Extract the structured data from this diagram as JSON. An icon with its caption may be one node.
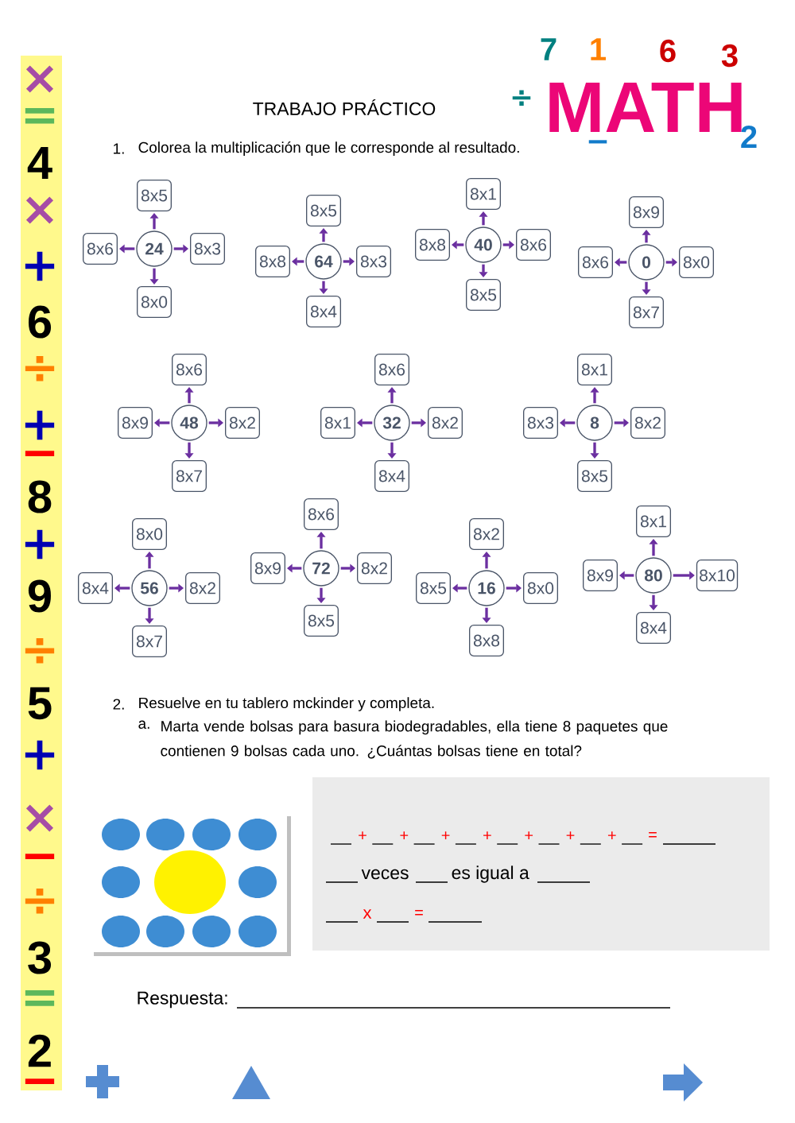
{
  "diagram": {
    "title": "TRABAJO PRÁCTICO",
    "nodes": [
      {
        "text": [
          "24"
        ]
      },
      {
        "text": [
          "8x5"
        ]
      },
      {
        "text": [
          "8x6"
        ]
      },
      {
        "text": [
          "8x3"
        ]
      },
      {
        "text": [
          "8x0"
        ]
      },
      {
        "text": [
          "64"
        ]
      },
      {
        "text": [
          "8x5"
        ]
      },
      {
        "text": [
          "8x8"
        ]
      },
      {
        "text": [
          "8x3"
        ]
      },
      {
        "text": [
          "8x4"
        ]
      },
      {
        "text": [
          "40"
        ]
      },
      {
        "text": [
          "8x1"
        ]
      },
      {
        "text": [
          "8x8"
        ]
      },
      {
        "text": [
          "8x6"
        ]
      },
      {
        "text": [
          "8x5"
        ]
      },
      {
        "text": [
          "0"
        ]
      },
      {
        "text": [
          "8x9"
        ]
      },
      {
        "text": [
          "8x6"
        ]
      },
      {
        "text": [
          "8x0"
        ]
      },
      {
        "text": [
          "8x7"
        ]
      },
      {
        "text": [
          "48"
        ]
      },
      {
        "text": [
          "8x6"
        ]
      },
      {
        "text": [
          "8x9"
        ]
      },
      {
        "text": [
          "8x2"
        ]
      },
      {
        "text": [
          "8x7"
        ]
      },
      {
        "text": [
          "32"
        ]
      },
      {
        "text": [
          "8x6"
        ]
      },
      {
        "text": [
          "8x1"
        ]
      },
      {
        "text": [
          "8x2"
        ]
      },
      {
        "text": [
          "8x4"
        ]
      },
      {
        "text": [
          "8"
        ]
      },
      {
        "text": [
          "8x1"
        ]
      },
      {
        "text": [
          "8x3"
        ]
      },
      {
        "text": [
          "8x2"
        ]
      },
      {
        "text": [
          "8x5"
        ]
      },
      {
        "text": [
          "56"
        ]
      },
      {
        "text": [
          "8x0"
        ]
      },
      {
        "text": [
          "8x4"
        ]
      },
      {
        "text": [
          "8x2"
        ]
      },
      {
        "text": [
          "8x7"
        ]
      },
      {
        "text": [
          "72"
        ]
      },
      {
        "text": [
          "8x6"
        ]
      },
      {
        "text": [
          "8x9"
        ]
      },
      {
        "text": [
          "8x2"
        ]
      },
      {
        "text": [
          "8x5"
        ]
      },
      {
        "text": [
          "16"
        ]
      },
      {
        "text": [
          "8x2"
        ]
      },
      {
        "text": [
          "8x5"
        ]
      },
      {
        "text": [
          "8x0"
        ]
      },
      {
        "text": [
          "8x8"
        ]
      },
      {
        "text": [
          "80"
        ]
      },
      {
        "text": [
          "8x1"
        ]
      },
      {
        "text": [
          "8x9"
        ]
      },
      {
        "text": [
          "8x10"
        ]
      },
      {
        "text": [
          "8x4"
        ]
      }
    ],
    "edges": [
      {
        "from": 0,
        "to": 1,
        "arrow": "to"
      },
      {
        "from": 0,
        "to": 2,
        "arrow": "to"
      },
      {
        "from": 0,
        "to": 3,
        "arrow": "to"
      },
      {
        "from": 0,
        "to": 4,
        "arrow": "to"
      },
      {
        "from": 5,
        "to": 6,
        "arrow": "to"
      },
      {
        "from": 5,
        "to": 7,
        "arrow": "to"
      },
      {
        "from": 5,
        "to": 8,
        "arrow": "to"
      },
      {
        "from": 5,
        "to": 9,
        "arrow": "to"
      },
      {
        "from": 10,
        "to": 11,
        "arrow": "to"
      },
      {
        "from": 10,
        "to": 12,
        "arrow": "to"
      },
      {
        "from": 10,
        "to": 13,
        "arrow": "to"
      },
      {
        "from": 10,
        "to": 14,
        "arrow": "to"
      },
      {
        "from": 15,
        "to": 16,
        "arrow": "to"
      },
      {
        "from": 15,
        "to": 17,
        "arrow": "to"
      },
      {
        "from": 15,
        "to": 18,
        "arrow": "to"
      },
      {
        "from": 15,
        "to": 19,
        "arrow": "to"
      },
      {
        "from": 20,
        "to": 21,
        "arrow": "to"
      },
      {
        "from": 20,
        "to": 22,
        "arrow": "to"
      },
      {
        "from": 20,
        "to": 23,
        "arrow": "to"
      },
      {
        "from": 20,
        "to": 24,
        "arrow": "to"
      },
      {
        "from": 25,
        "to": 26,
        "arrow": "to"
      },
      {
        "from": 25,
        "to": 27,
        "arrow": "to"
      },
      {
        "from": 25,
        "to": 28,
        "arrow": "to"
      },
      {
        "from": 25,
        "to": 29,
        "arrow": "to"
      },
      {
        "from": 30,
        "to": 31,
        "arrow": "to"
      },
      {
        "from": 30,
        "to": 32,
        "arrow": "to"
      },
      {
        "from": 30,
        "to": 33,
        "arrow": "to"
      },
      {
        "from": 30,
        "to": 34,
        "arrow": "to"
      },
      {
        "from": 35,
        "to": 36,
        "arrow": "to"
      },
      {
        "from": 35,
        "to": 37,
        "arrow": "to"
      },
      {
        "from": 35,
        "to": 38,
        "arrow": "to"
      },
      {
        "from": 35,
        "to": 39,
        "arrow": "to"
      },
      {
        "from": 40,
        "to": 41,
        "arrow": "to"
      },
      {
        "from": 40,
        "to": 42,
        "arrow": "to"
      },
      {
        "from": 40,
        "to": 43,
        "arrow": "to"
      },
      {
        "from": 40,
        "to": 44,
        "arrow": "to"
      },
      {
        "from": 45,
        "to": 46,
        "arrow": "to"
      },
      {
        "from": 45,
        "to": 47,
        "arrow": "to"
      },
      {
        "from": 45,
        "to": 48,
        "arrow": "to"
      },
      {
        "from": 45,
        "to": 49,
        "arrow": "to"
      },
      {
        "from": 50,
        "to": 51,
        "arrow": "to"
      },
      {
        "from": 50,
        "to": 52,
        "arrow": "to"
      },
      {
        "from": 50,
        "to": 53,
        "arrow": "to"
      },
      {
        "from": 50,
        "to": 54,
        "arrow": "to"
      }
    ],
    "labels": [
      "1.",
      "Colorea la multiplicación que le corresponde al resultado.",
      "2.",
      "Resuelve en tu tablero mckinder y completa.",
      "a.",
      "Marta vende bolsas para basura biodegradables, ella tiene 8 paquetes que contienen 9 bolsas cada uno. ¿Cuántas bolsas tiene en total?",
      "+",
      "+",
      "+",
      "+",
      "+",
      "+",
      "+",
      "=",
      "veces",
      "es igual a",
      "x",
      "=",
      "Respuesta:",
      "7",
      "1",
      "6",
      "3",
      "÷",
      "MATH",
      "−",
      "2",
      "×",
      "=",
      "4",
      "×",
      "+",
      "6",
      "÷",
      "+",
      "−",
      "8",
      "+",
      "9",
      "÷",
      "5",
      "+",
      "×",
      "−",
      "÷",
      "3",
      "=",
      "2",
      "−"
    ]
  }
}
